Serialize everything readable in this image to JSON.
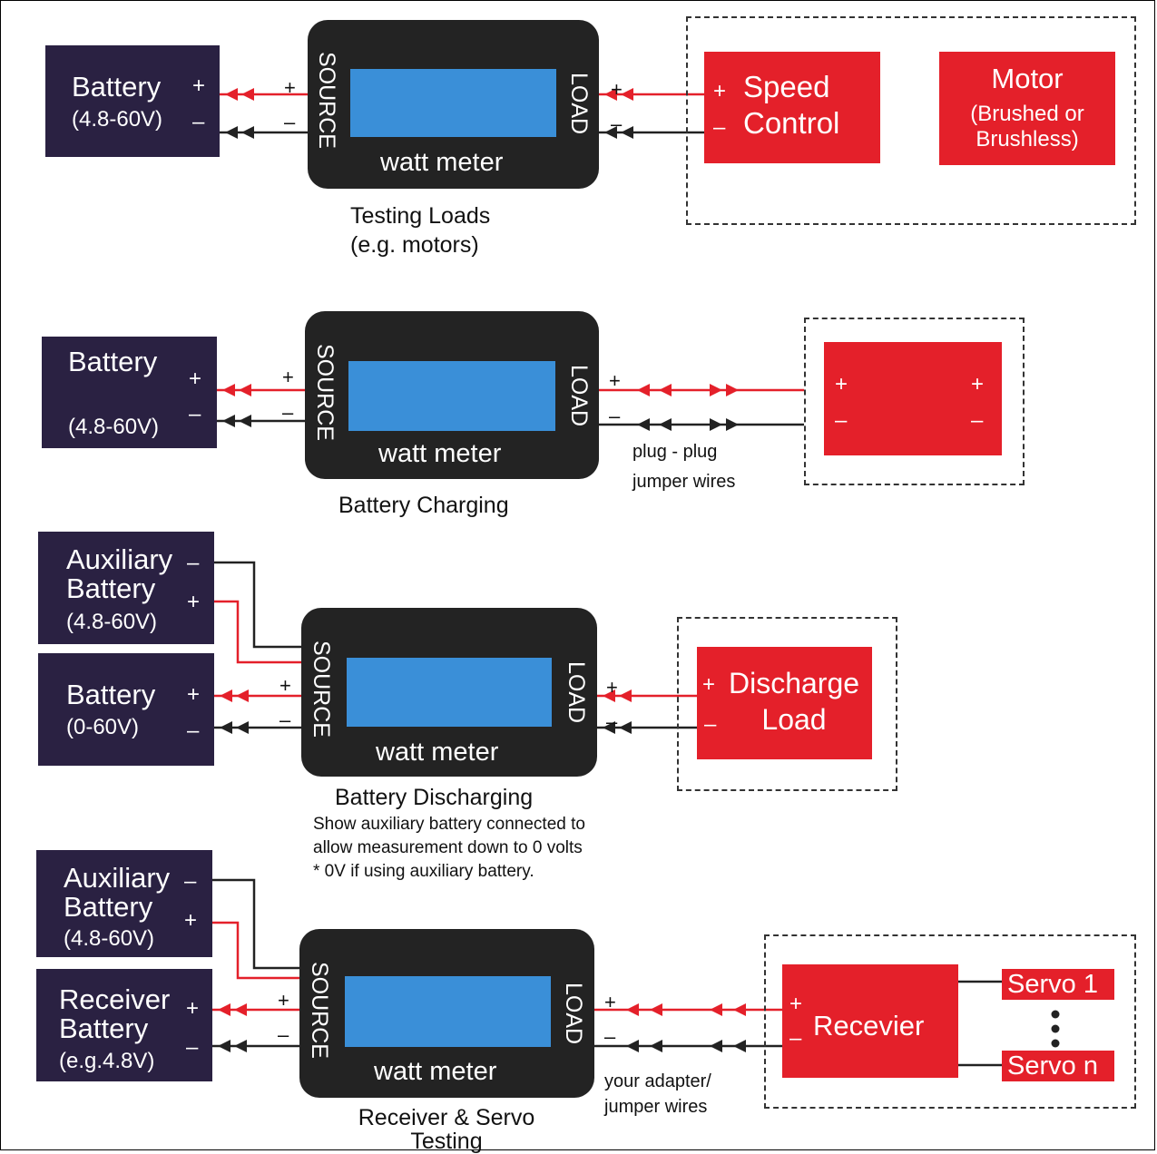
{
  "diagrams": [
    {
      "caption": [
        "Testing Loads",
        "(e.g. motors)"
      ],
      "source_box": {
        "title": "Battery",
        "voltage": "(4.8-60V)",
        "plus": "+",
        "minus": "–"
      },
      "meter": {
        "name": "watt meter",
        "source_label": "SOURCE",
        "load_label": "LOAD",
        "plus": "+",
        "minus": "–"
      },
      "load_plus": "+",
      "load_minus": "–",
      "speed_control": {
        "title": [
          "Speed",
          "Control"
        ],
        "plus": "+",
        "minus": "–"
      },
      "motor": {
        "title": "Motor",
        "subtitle": [
          "(Brushed or",
          "Brushless)"
        ]
      }
    },
    {
      "caption": [
        "Battery Charging"
      ],
      "source_box": {
        "title": "Battery",
        "voltage": "(4.8-60V)",
        "plus": "+",
        "minus": "–"
      },
      "meter": {
        "name": "watt meter",
        "source_label": "SOURCE",
        "load_label": "LOAD",
        "plus": "+",
        "minus": "–"
      },
      "load_plus": "+",
      "load_minus": "–",
      "jumper_note": [
        "plug - plug",
        "jumper wires"
      ],
      "charger": {
        "plus_left": "+",
        "minus_left": "–",
        "plus_right": "+",
        "minus_right": "–"
      }
    },
    {
      "caption": [
        "Battery Discharging"
      ],
      "note": [
        "Show auxiliary battery connected to",
        "allow measurement down to 0 volts",
        "* 0V if using auxiliary battery."
      ],
      "aux_box": {
        "title": [
          "Auxiliary",
          "Battery"
        ],
        "voltage": "(4.8-60V)",
        "plus": "+",
        "minus": "–"
      },
      "source_box": {
        "title": "Battery",
        "voltage": "(0-60V)",
        "plus": "+",
        "minus": "–"
      },
      "meter": {
        "name": "watt meter",
        "source_label": "SOURCE",
        "load_label": "LOAD",
        "plus": "+",
        "minus": "–"
      },
      "load_plus": "+",
      "load_minus": "–",
      "discharge_load": {
        "title": [
          "Discharge",
          "Load"
        ],
        "plus": "+",
        "minus": "–"
      }
    },
    {
      "caption": [
        "Receiver & Servo",
        "Testing"
      ],
      "aux_box": {
        "title": [
          "Auxiliary",
          "Battery"
        ],
        "voltage": "(4.8-60V)",
        "plus": "+",
        "minus": "–"
      },
      "source_box": {
        "title": [
          "Receiver",
          "Battery"
        ],
        "voltage": "(e.g.4.8V)",
        "plus": "+",
        "minus": "–"
      },
      "meter": {
        "name": "watt meter",
        "source_label": "SOURCE",
        "load_label": "LOAD",
        "plus": "+",
        "minus": "–"
      },
      "load_plus": "+",
      "load_minus": "–",
      "adapter_note": [
        "your adapter/",
        "jumper wires"
      ],
      "receiver": {
        "title": "Recevier",
        "plus": "+",
        "minus": "–"
      },
      "servo_first": "Servo 1",
      "servo_last": "Servo n"
    }
  ],
  "colors": {
    "box_navy": "#2a2142",
    "box_red": "#e4202a",
    "meter_body": "#232323",
    "screen": "#3a8fd8",
    "wire_red": "#e4202a",
    "wire_black": "#222222"
  }
}
